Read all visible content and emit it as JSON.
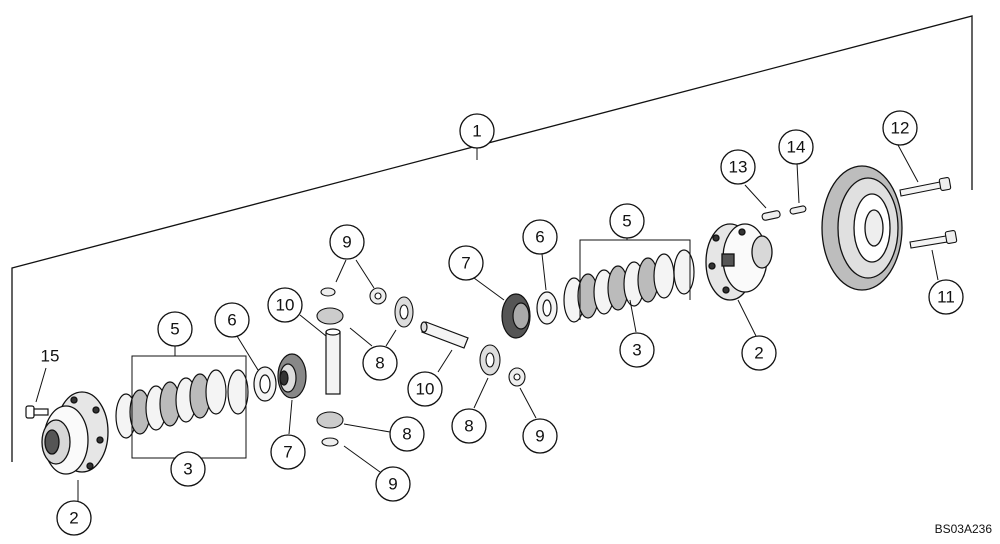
{
  "diagram": {
    "assembly_callout": "1",
    "reference_code": "BS03A236",
    "callouts": {
      "c1": "1",
      "c2_left": "2",
      "c2_right": "2",
      "c3_left": "3",
      "c3_right": "3",
      "c5_left": "5",
      "c5_right": "5",
      "c6_left": "6",
      "c6_right": "6",
      "c7_left": "7",
      "c7_right": "7",
      "c8_upper": "8",
      "c8_lower": "8",
      "c8_right": "8",
      "c9_upper": "9",
      "c9_lower": "9",
      "c9_right": "9",
      "c10_left": "10",
      "c10_right": "10",
      "c11": "11",
      "c12": "12",
      "c13": "13",
      "c14": "14",
      "c15": "15"
    }
  }
}
